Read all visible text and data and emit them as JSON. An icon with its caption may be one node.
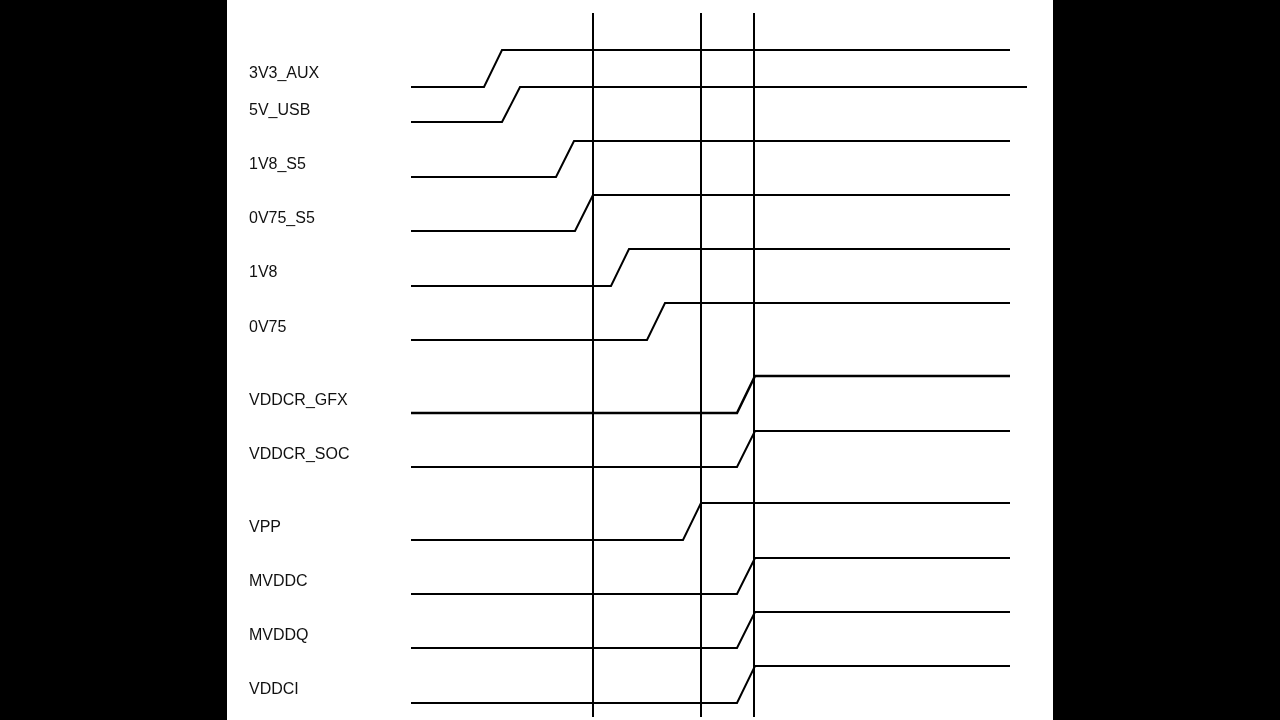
{
  "diagram": {
    "labels": [
      "3V3_AUX",
      "5V_USB",
      "1V8_S5",
      "0V75_S5",
      "1V8",
      "0V75",
      "VDDCR_GFX",
      "VDDCR_SOC",
      "VPP",
      "MVDDC",
      "MVDDQ",
      "VDDCI"
    ]
  }
}
